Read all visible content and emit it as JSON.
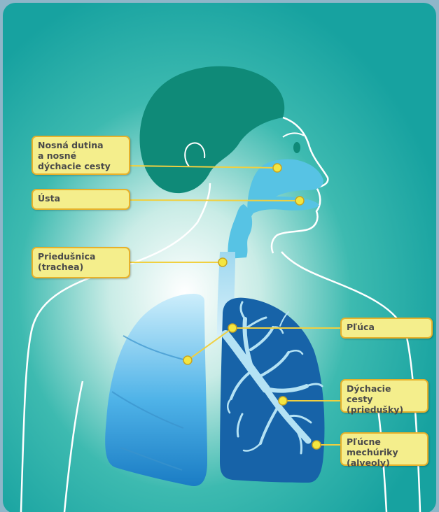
{
  "diagram": {
    "colors": {
      "background_top": "#17a2a0",
      "background_glow": "#ffffff",
      "head": "#0f8a78",
      "airway": "#57c3e4",
      "lung_light": "#4fb3e8",
      "lung_dark": "#1763a8",
      "bronchi": "#b4e2f4",
      "label_fill": "#f4ee8c",
      "label_border": "#e7b12a",
      "leader_line": "#f0d040",
      "outline": "#ffffff"
    },
    "labels": [
      {
        "id": "nasal",
        "text": "Nosná dutina\na nosné\ndýchacie cesty"
      },
      {
        "id": "mouth",
        "text": "Ústa"
      },
      {
        "id": "trachea",
        "text": "Priedušnica\n(trachea)"
      },
      {
        "id": "lungs",
        "text": "Pľúca"
      },
      {
        "id": "bronchi",
        "text": "Dýchacie\ncesty (priedušky)"
      },
      {
        "id": "alveoli",
        "text": "Pľúcne mechúriky\n(alveoly)"
      }
    ]
  }
}
